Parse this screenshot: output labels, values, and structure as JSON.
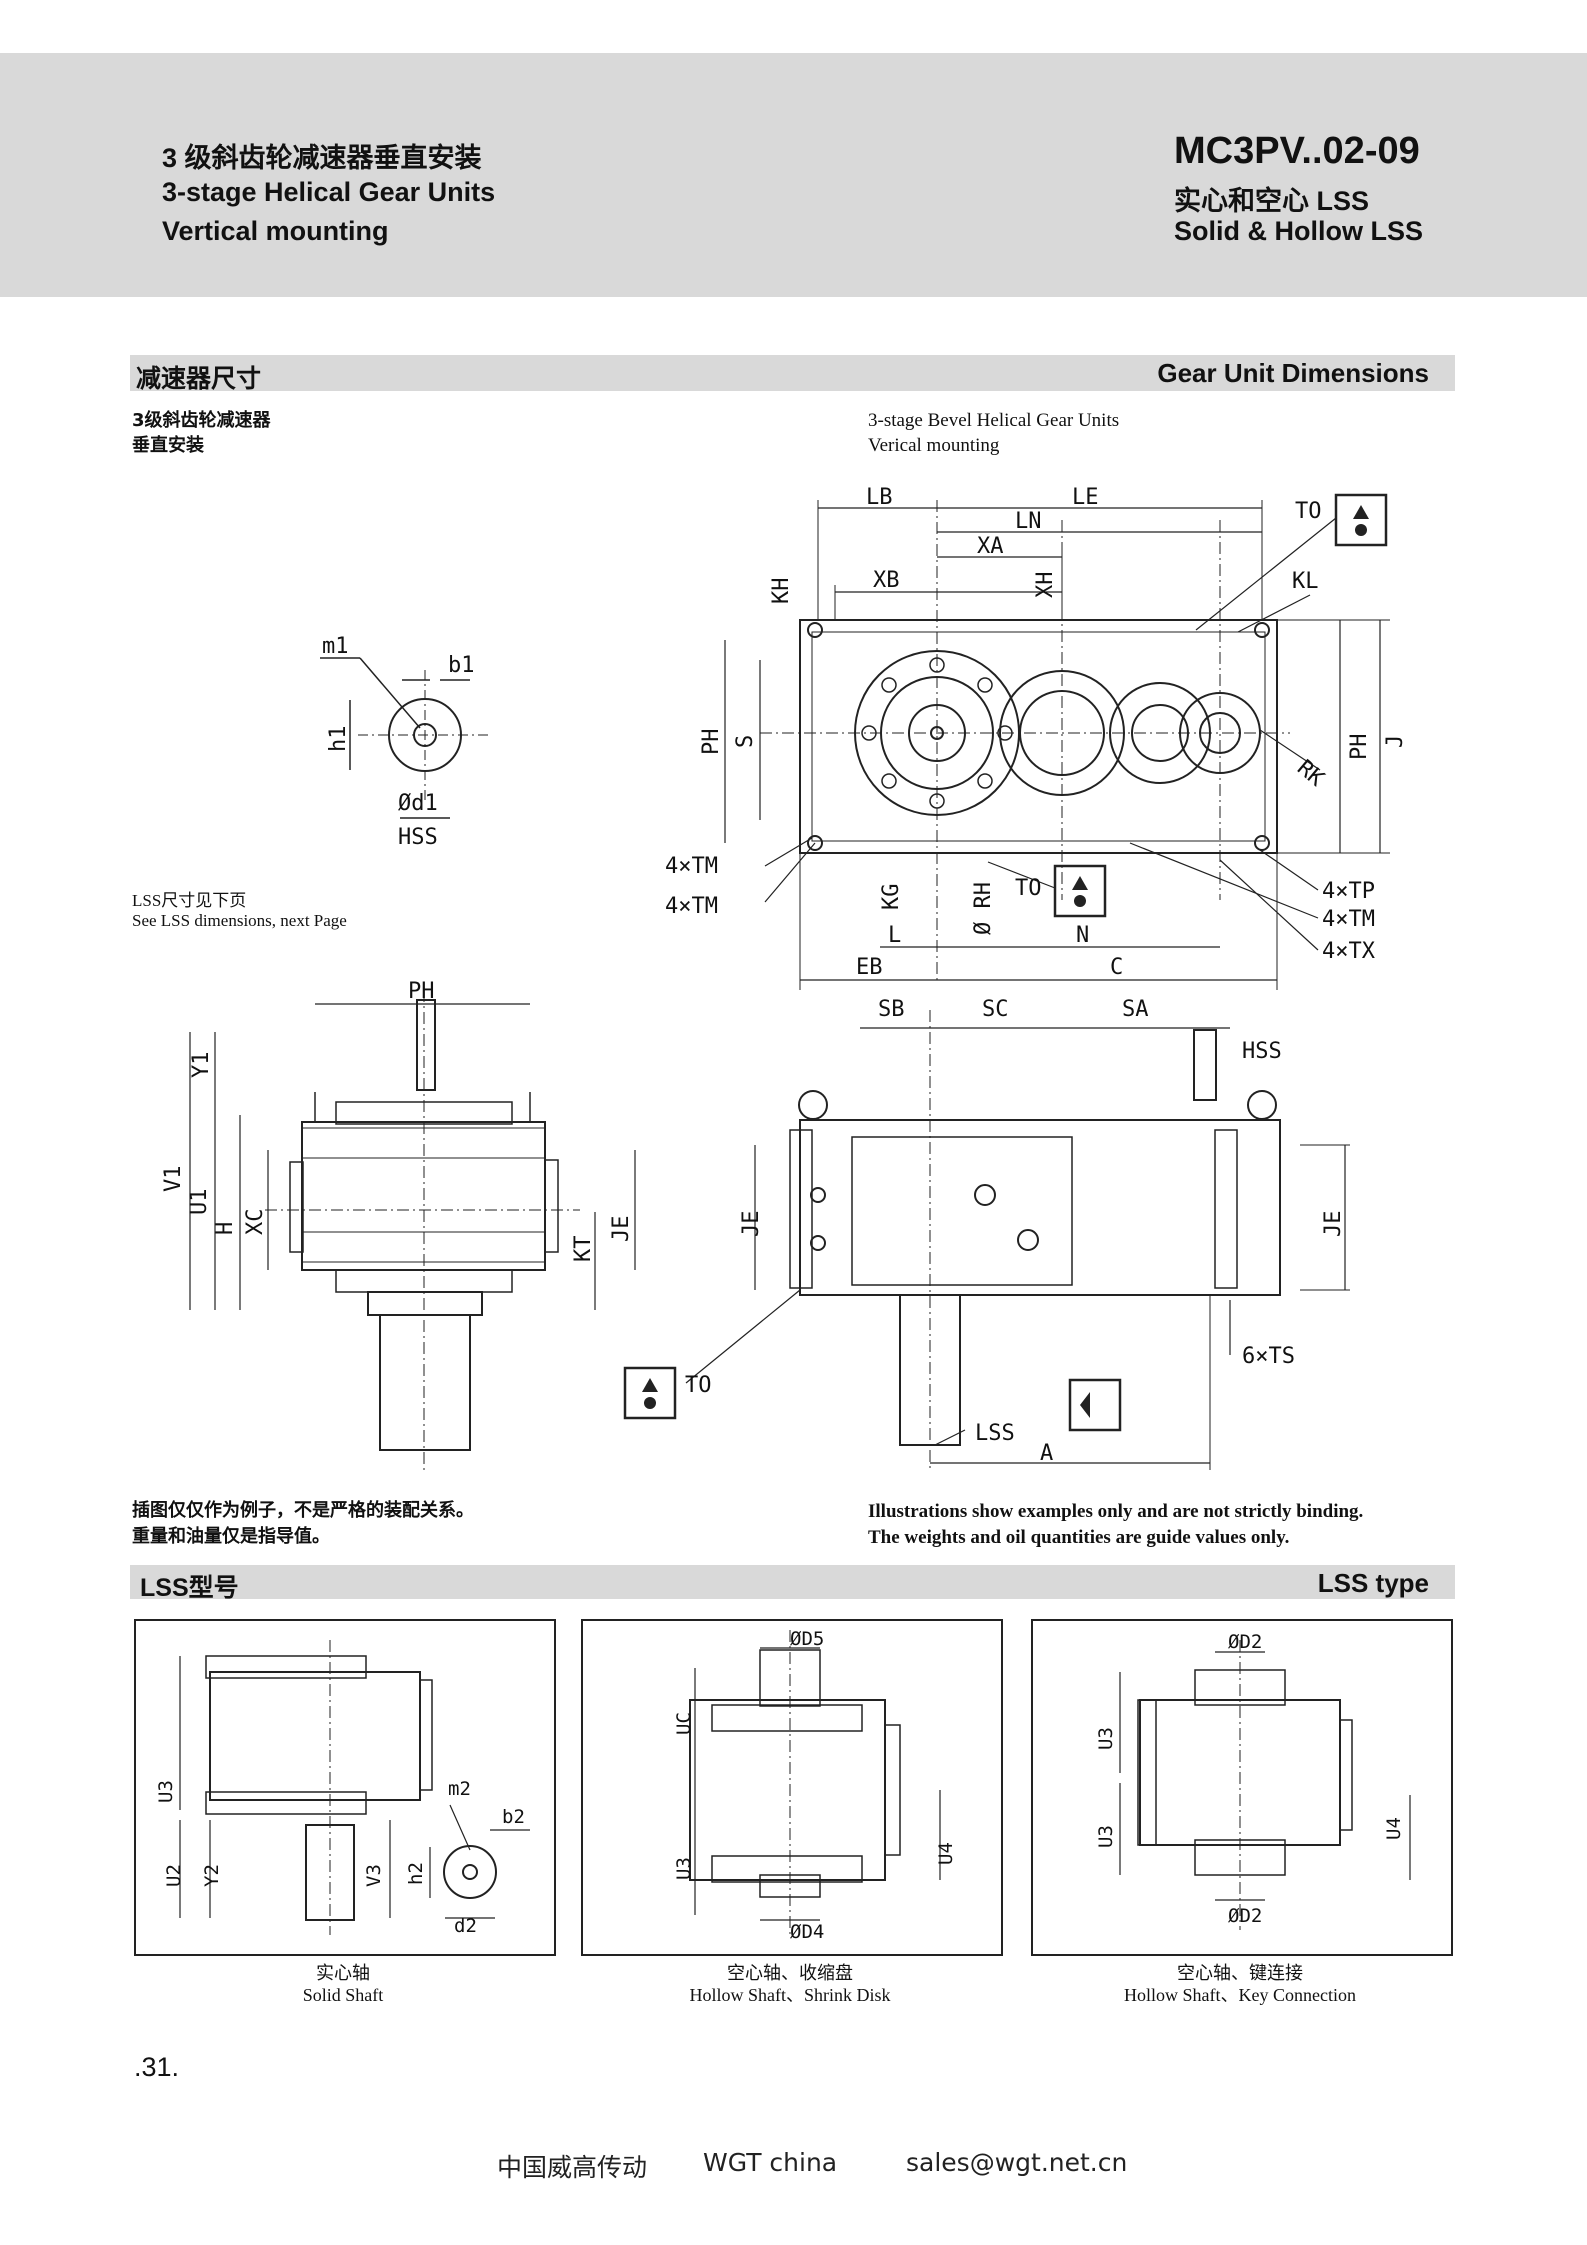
{
  "header": {
    "title_cn": "3 级斜齿轮减速器垂直安装",
    "title_en_1": "3-stage Helical Gear Units",
    "title_en_2": "Vertical mounting",
    "model": "MC3PV..02-09",
    "type_cn": "实心和空心 LSS",
    "type_en": "Solid & Hollow LSS"
  },
  "section1": {
    "label_cn": "减速器尺寸",
    "label_en": "Gear Unit Dimensions",
    "desc_cn_1": "3级斜齿轮减速器",
    "desc_cn_2": "垂直安装",
    "desc_en_1": "3-stage Bevel Helical Gear Units",
    "desc_en_2": "Verical   mounting",
    "lss_note_cn": "LSS尺寸见下页",
    "lss_note_en": "See LSS dimensions, next Page"
  },
  "drawing_labels": {
    "LB": "LB",
    "LE": "LE",
    "LN": "LN",
    "XA": "XA",
    "XB": "XB",
    "XH": "XH",
    "KH": "KH",
    "TO": "TO",
    "KL": "KL",
    "PH": "PH",
    "S": "S",
    "J": "J",
    "RK": "RK",
    "TM4": "4×TM",
    "TP4": "4×TP",
    "TX4": "4×TX",
    "KG": "KG",
    "RH": "Ø RH",
    "L": "L",
    "N": "N",
    "EB": "EB",
    "C": "C",
    "m1": "m1",
    "b1": "b1",
    "h1": "h1",
    "d1": "Ød1",
    "HSS": "HSS",
    "Y1": "Y1",
    "V1": "V1",
    "U1": "U1",
    "H": "H",
    "XC": "XC",
    "KT": "KT",
    "JE": "JE",
    "SB": "SB",
    "SC": "SC",
    "SA": "SA",
    "TS6": "6×TS",
    "LSS": "LSS",
    "A": "A"
  },
  "notes": {
    "cn_1": "插图仅仅作为例子，不是严格的装配关系。",
    "cn_2": "重量和油量仅是指导值。",
    "en_1": "Illustrations show examples only and are not strictly binding.",
    "en_2": "The weights and oil quantities are guide values only."
  },
  "section2": {
    "label_cn": "LSS型号",
    "label_en": "LSS type"
  },
  "lss_labels": {
    "U3": "U3",
    "U2": "U2",
    "Y2": "Y2",
    "V3": "V3",
    "h2": "h2",
    "m2": "m2",
    "b2": "b2",
    "d2": "d2",
    "D5": "ØD5",
    "UC": "UC",
    "U4": "U4",
    "D4": "ØD4",
    "D2": "ØD2"
  },
  "captions": [
    {
      "cn": "实心轴",
      "en": "Solid Shaft"
    },
    {
      "cn": "空心轴、收缩盘",
      "en": "Hollow Shaft、Shrink Disk"
    },
    {
      "cn": "空心轴、键连接",
      "en": "Hollow Shaft、Key Connection"
    }
  ],
  "page_number": ".31.",
  "footer": {
    "company_cn": "中国威高传动",
    "company_en": "WGT china",
    "email": "sales@wgt.net.cn"
  }
}
